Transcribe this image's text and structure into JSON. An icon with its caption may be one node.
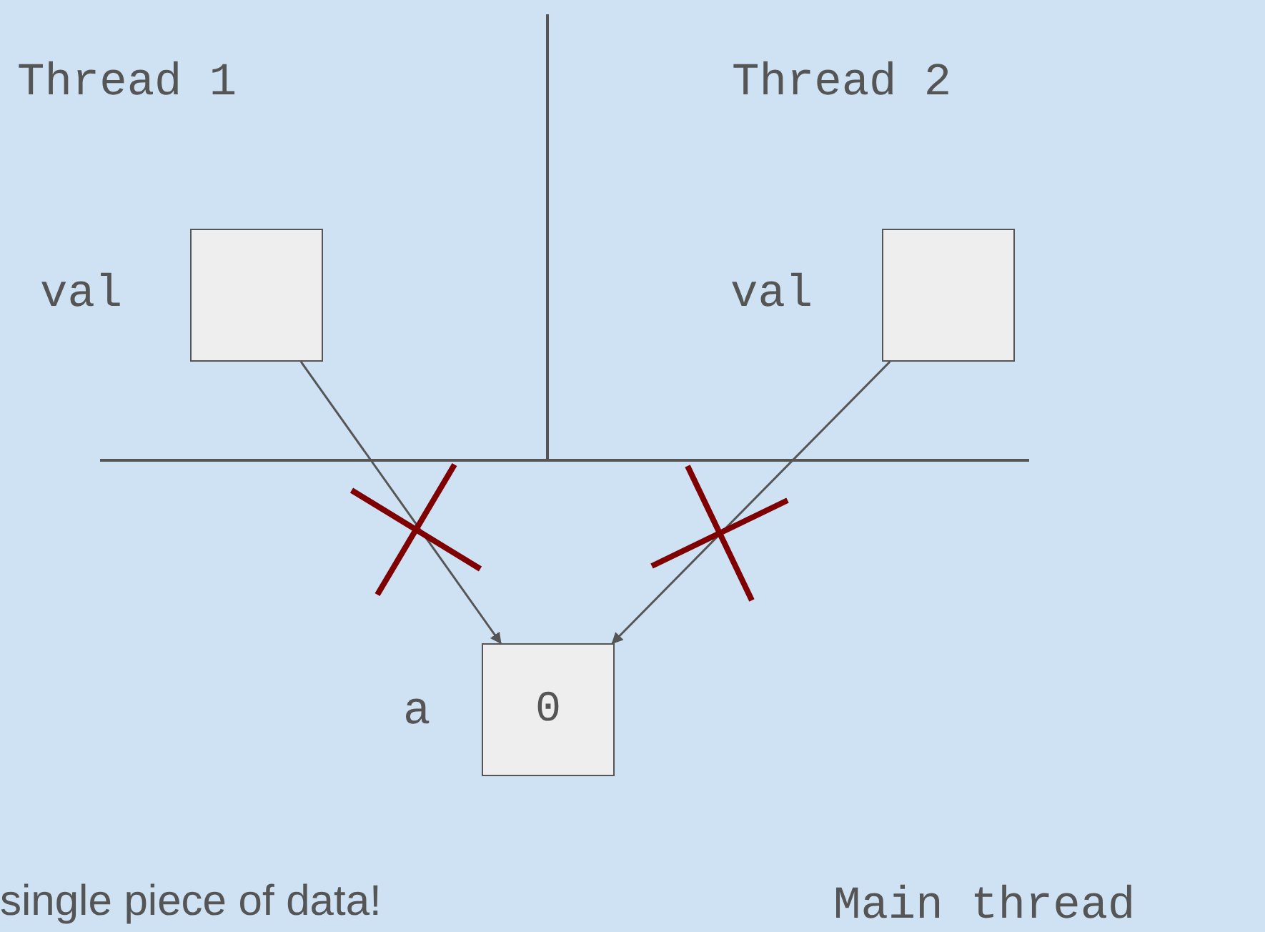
{
  "diagram": {
    "nodes": [
      {
        "text": [],
        "shape": "box",
        "beside": [
          "val"
        ]
      },
      {
        "text": [],
        "shape": "box",
        "beside": [
          "val"
        ]
      },
      {
        "text": [
          "0"
        ],
        "beside": [
          "a"
        ]
      }
    ],
    "edges": [
      {
        "from": 0,
        "to": 2,
        "arrow": "to"
      },
      {
        "from": 1,
        "to": 2,
        "arrow": "to"
      }
    ],
    "labels": [
      "Thread 1",
      "Thread 2",
      "single piece of data!",
      "Main thread"
    ]
  }
}
